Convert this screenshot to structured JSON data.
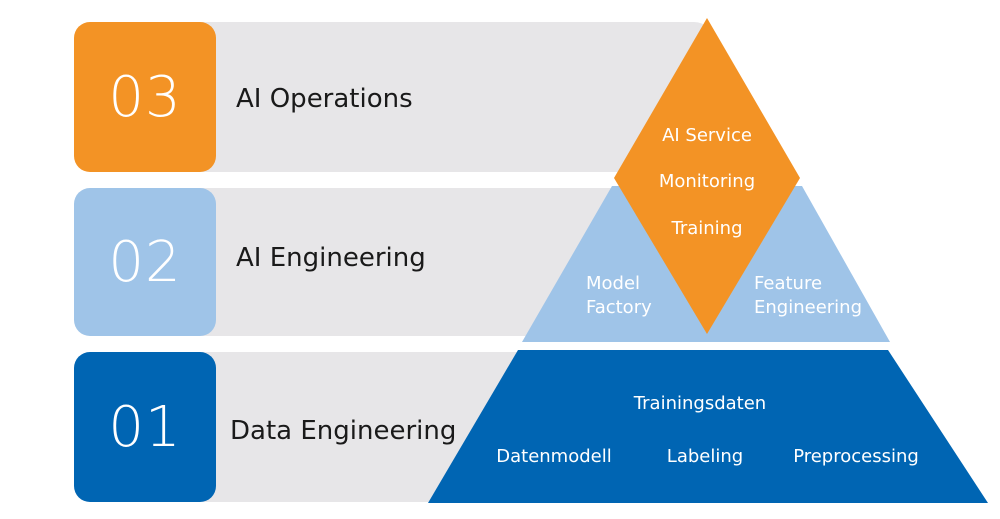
{
  "colors": {
    "level3": "#f39325",
    "level2": "#9fc4e8",
    "level1": "#0065b3",
    "bar": "#e7e6e8"
  },
  "rows": [
    {
      "number": "03",
      "label": "AI Operations"
    },
    {
      "number": "02",
      "label": "AI Engineering"
    },
    {
      "number": "01",
      "label": "Data Engineering"
    }
  ],
  "pyramid": {
    "top": [
      "AI Service",
      "Monitoring",
      "Training"
    ],
    "middle_left": [
      "Model",
      "Factory"
    ],
    "middle_right": [
      "Feature",
      "Engineering"
    ],
    "base_top": "Trainingsdaten",
    "base_items": [
      "Datenmodell",
      "Labeling",
      "Preprocessing"
    ]
  }
}
